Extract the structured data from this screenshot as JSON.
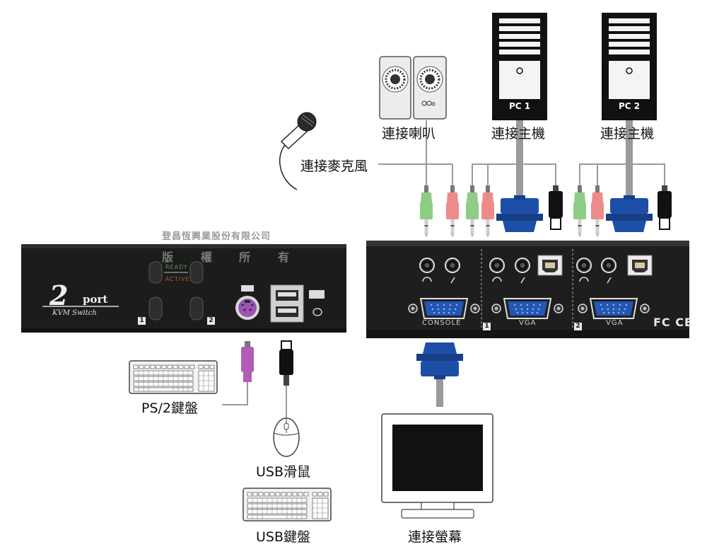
{
  "watermark": {
    "company": "登昌恆興業股份有限公司",
    "copyright": [
      "版",
      "權",
      "所",
      "有"
    ]
  },
  "labels": {
    "speakers": "連接喇叭",
    "pc_host_1": "連接主機",
    "pc_host_2": "連接主機",
    "microphone": "連接麥克風",
    "ps2_keyboard": "PS/2鍵盤",
    "usb_mouse": "USB滑鼠",
    "usb_keyboard": "USB鍵盤",
    "monitor": "連接螢幕"
  },
  "pcs": [
    "PC 1",
    "PC 2"
  ],
  "front_panel": {
    "model_number": "2",
    "model_word": "port",
    "model_sub": "KVM Switch",
    "led_ready": "READY",
    "led_active": "ACTIVE",
    "button_1": "1",
    "button_2": "2"
  },
  "rear_panel": {
    "console_label": "CONSOLE",
    "vga_label_1": "VGA",
    "vga_label_2": "VGA",
    "port_1": "1",
    "port_2": "2",
    "cert": "FC CE"
  },
  "colors": {
    "device_body": "#1c1c1c",
    "vga_blue": "#1d4fa8",
    "audio_green": "#8fcc86",
    "audio_pink": "#ec8b8b",
    "ps2_purple": "#b45ab8",
    "cable_gray": "#9a9a9a"
  }
}
